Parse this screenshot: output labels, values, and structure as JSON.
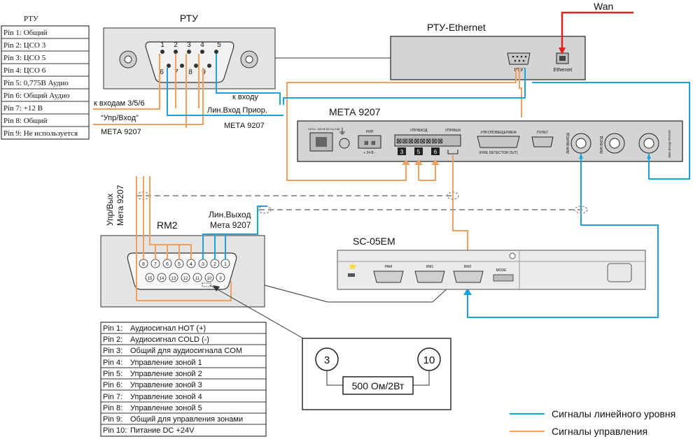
{
  "pin_table_rtu": {
    "title": "РТУ",
    "rows": [
      "Pin 1: Общий",
      "Pin 2: ЦСО 3",
      "Pin 3: ЦСО 5",
      "Pin 4: ЦСО 6",
      "Pin 5: 0,775В Аудио",
      "Pin 6: Общий Аудио",
      "Pin 7: +12 В",
      "Pin 8: Общий",
      "Pin 9: Не используется"
    ]
  },
  "rtu": {
    "title": "РТУ",
    "pins_top": [
      "1",
      "2",
      "3",
      "4",
      "5"
    ],
    "pins_bottom": [
      "6",
      "7",
      "8",
      "9"
    ],
    "label_inputs": "к входам 3/5/6",
    "label_control": "“Упр/Вход”",
    "label_meta": "МЕТА 9207",
    "label_to_input": "к входу",
    "label_line_in": "Лин.Вход Приор.",
    "label_meta2": "МЕТА 9207"
  },
  "rtu_ethernet": {
    "title": "РТУ-Ethernet",
    "port_rtu": "РТУ",
    "port_ethernet": "Ethernet",
    "wan": "Wan"
  },
  "meta": {
    "title": "МЕТА 9207",
    "power_label": "СЕТЬ ~220 В 50 ГЦ 0.5А",
    "rip": "РИП",
    "rip_volt": "+ 24 В -",
    "upr_vhod": "УПР/ВХОД",
    "upr_vyh": "УПР/ВЫХ",
    "terminals": [
      "3",
      "5",
      "6"
    ],
    "upr_opov": "УПР.ОПОВЕЩЕНИЕМ",
    "fire": "(FIRE DETECTOR OUT)",
    "pult": "ПУЛЬТ",
    "lin_vyhod": "ЛИН.ВЫХОД",
    "lin_vhod": "ЛИН.ВХОД",
    "lin_vhod_prior": "ЛИН.ВХОД ПРИОР."
  },
  "rm2": {
    "title": "RM2",
    "upr_label_1": "Упр/Вых",
    "upr_label_2": "Мета 9207",
    "lin_label_1": "Лин.Выход",
    "lin_label_2": "Мета 9207",
    "pins_top": [
      "8",
      "7",
      "6",
      "5",
      "4",
      "3",
      "2",
      "1"
    ],
    "pins_bottom": [
      "15",
      "14",
      "13",
      "12",
      "11",
      "10",
      "9"
    ]
  },
  "sc05em": {
    "title": "SC-05EM",
    "pam": "PAM",
    "rm1": "RM1",
    "rm2": "RM2",
    "mode": "MODE"
  },
  "pin_table_rm2": {
    "rows": [
      {
        "pin": "Pin 1:",
        "desc": "Аудиосигнал HOT (+)"
      },
      {
        "pin": "Pin 2:",
        "desc": "Аудиосигнал COLD (-)"
      },
      {
        "pin": "Pin 3:",
        "desc": "Общий для аудиосигнала COM"
      },
      {
        "pin": "Pin 4:",
        "desc": "Управление зоной 1"
      },
      {
        "pin": "Pin 5:",
        "desc": "Управление зоной 2"
      },
      {
        "pin": "Pin 6:",
        "desc": "Управление зоной 3"
      },
      {
        "pin": "Pin 7:",
        "desc": "Управление зоной 4"
      },
      {
        "pin": "Pin 8:",
        "desc": "Управление зоной 5"
      },
      {
        "pin": "Pin 9:",
        "desc": "Общий для управления зонами"
      },
      {
        "pin": "Pin 10:",
        "desc": "Питание DC +24V"
      }
    ]
  },
  "resistor_detail": {
    "pin_a": "3",
    "pin_b": "10",
    "resistor": "500 Ом/2Вт"
  },
  "legend": {
    "line_level": "Сигналы линейного уровня",
    "control": "Сигналы управления",
    "line_color": "#1aa3dd",
    "control_color": "#f0a060"
  }
}
